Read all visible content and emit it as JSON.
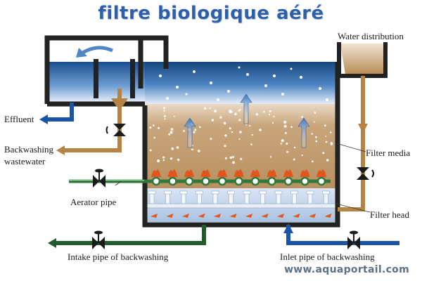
{
  "title": "filtre biologique aéré",
  "labels": {
    "water_distribution": "Water distribution",
    "effluent": "Effluent",
    "backwashing_wastewater_line1": "Backwashing",
    "backwashing_wastewater_line2": "wastewater",
    "filter_media": "Filter media",
    "aerator_pipe": "Aerator pipe",
    "filter_head": "Filter head",
    "intake_pipe": "Intake pipe of backwashing",
    "inlet_pipe": "Inlet pipe of backwashing"
  },
  "watermark": "www.aquaportail.com",
  "colors": {
    "title": "#2f5fa8",
    "water_blue": "#1f5fa6",
    "tank_wall": "#222222",
    "filter_media": "#b58a5f",
    "brown_pipe": "#b58445",
    "green_pipe": "#2f7a3a",
    "outlet_blue": "#1c54a8",
    "flame_orange": "#e2551c"
  }
}
